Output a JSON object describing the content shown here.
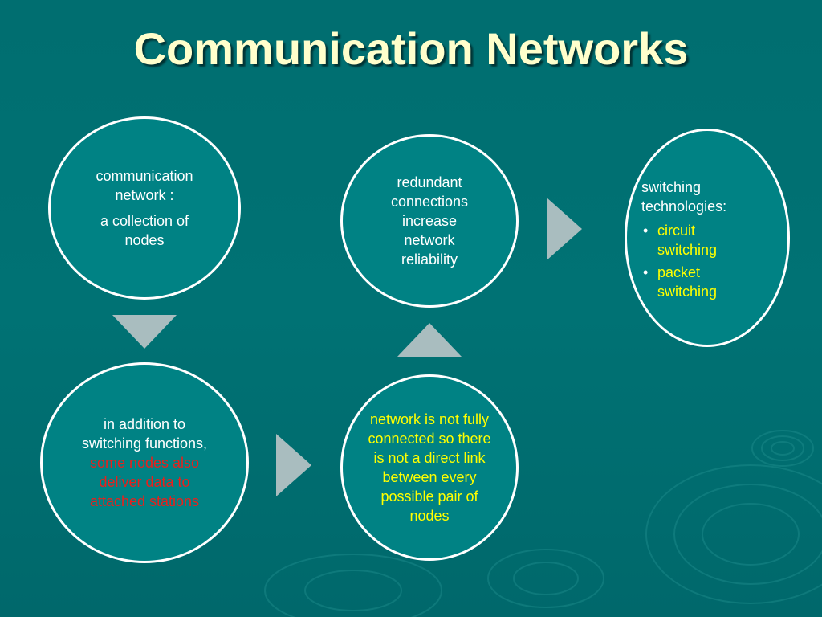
{
  "title": "Communication Networks",
  "colors": {
    "background": "#007274",
    "node_fill": "#008284",
    "node_border": "#ffffff",
    "title_text": "#ffffcc",
    "arrow": "#a9bdbf",
    "highlight_red": "#e8201c",
    "highlight_yellow": "#ffff00"
  },
  "nodes": {
    "network": {
      "line1": "communication network :",
      "line2": "a collection of nodes"
    },
    "redundant": {
      "text": "redundant connections increase network reliability"
    },
    "switching": {
      "heading": "switching technologies:",
      "items": [
        "circuit switching",
        "packet switching"
      ]
    },
    "addition": {
      "plain": "in addition to switching functions, ",
      "highlight": "some nodes also deliver data to attached stations"
    },
    "notfull": {
      "text": "network is not fully connected so there is not a direct link between every possible pair of nodes"
    }
  },
  "arrows": {
    "network_to_addition": "down-triangle-icon",
    "addition_to_notfull": "right-triangle-icon",
    "notfull_to_redundant": "up-triangle-icon",
    "redundant_to_switching": "right-triangle-icon"
  }
}
